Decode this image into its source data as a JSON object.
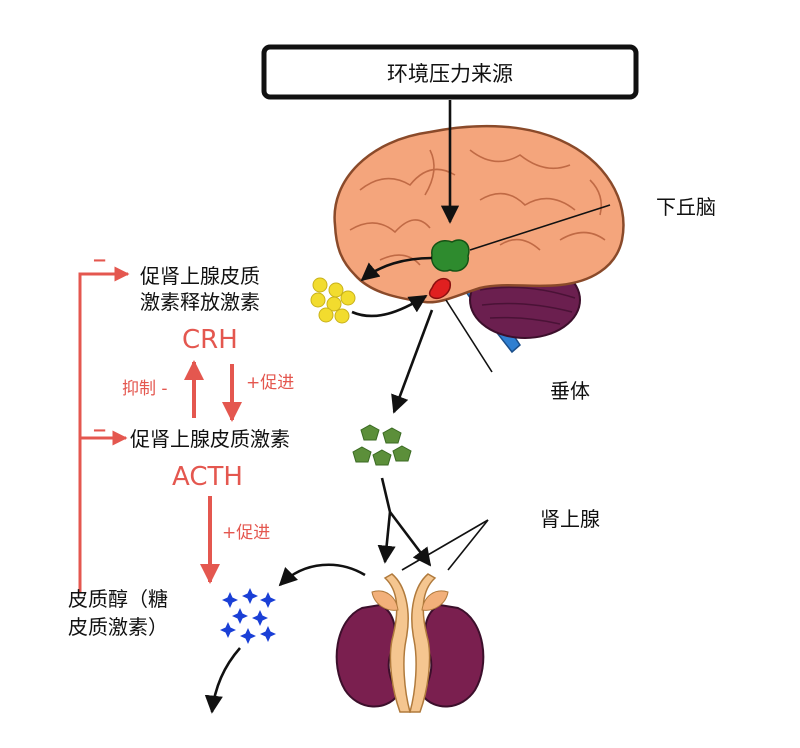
{
  "title": "环境压力来源",
  "organs": {
    "hypothalamus": "下丘脑",
    "pituitary": "垂体",
    "adrenal": "肾上腺"
  },
  "hormones": {
    "crh_cn_line1": "促肾上腺皮质",
    "crh_cn_line2": "激素释放激素",
    "crh_abbr": "CRH",
    "acth_cn": "促肾上腺皮质激素",
    "acth_abbr": "ACTH",
    "cortisol_line1": "皮质醇（糖",
    "cortisol_line2": "皮质激素）"
  },
  "feedback": {
    "inhibit": "抑制 -",
    "promote": "+促进",
    "minus": "−"
  },
  "colors": {
    "red": "#e4574f",
    "brain": "#f4a57c",
    "hypothalamus": "#2e8b2e",
    "pituitary": "#e02020",
    "cerebellum": "#6b1f4f",
    "brainstem": "#2f7fd1",
    "crh_dots": "#f2dc2e",
    "acth_dots": "#5c8f3a",
    "cortisol_stars": "#1a3fd6",
    "kidney": "#7a1f4f",
    "adrenal_cap": "#f5c690"
  }
}
